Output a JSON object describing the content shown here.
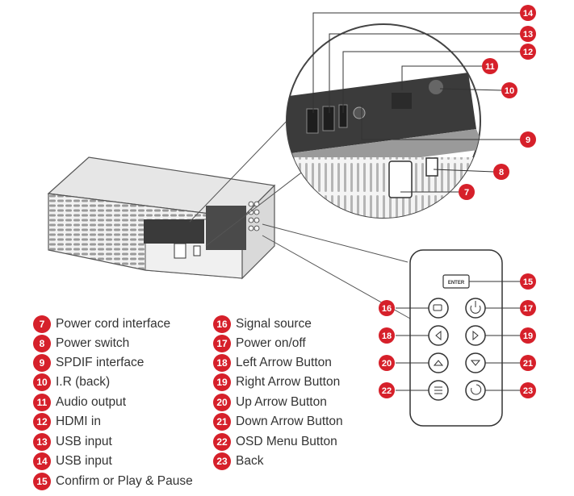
{
  "legend_left": [
    {
      "num": "7",
      "label": "Power cord interface"
    },
    {
      "num": "8",
      "label": "Power switch"
    },
    {
      "num": "9",
      "label": "SPDIF interface"
    },
    {
      "num": "10",
      "label": "I.R (back)"
    },
    {
      "num": "11",
      "label": "Audio output"
    },
    {
      "num": "12",
      "label": "HDMI in"
    },
    {
      "num": "13",
      "label": "USB input"
    },
    {
      "num": "14",
      "label": "USB input"
    },
    {
      "num": "15",
      "label": "Confirm or Play & Pause"
    }
  ],
  "legend_right": [
    {
      "num": "16",
      "label": "Signal source"
    },
    {
      "num": "17",
      "label": "Power on/off"
    },
    {
      "num": "18",
      "label": "Left Arrow Button"
    },
    {
      "num": "19",
      "label": "Right Arrow Button"
    },
    {
      "num": "20",
      "label": "Up Arrow Button"
    },
    {
      "num": "21",
      "label": "Down Arrow Button"
    },
    {
      "num": "22",
      "label": "OSD Menu Button"
    },
    {
      "num": "23",
      "label": "Back"
    }
  ],
  "callouts": {
    "c7": "7",
    "c8": "8",
    "c9": "9",
    "c10": "10",
    "c11": "11",
    "c12": "12",
    "c13": "13",
    "c14": "14",
    "c15": "15",
    "c16": "16",
    "c17": "17",
    "c18": "18",
    "c19": "19",
    "c20": "20",
    "c21": "21",
    "c22": "22",
    "c23": "23"
  },
  "ok_button_label": "ENTER",
  "colors": {
    "accent": "#d6202a",
    "line": "#333333",
    "grey": "#8a8a8a"
  }
}
